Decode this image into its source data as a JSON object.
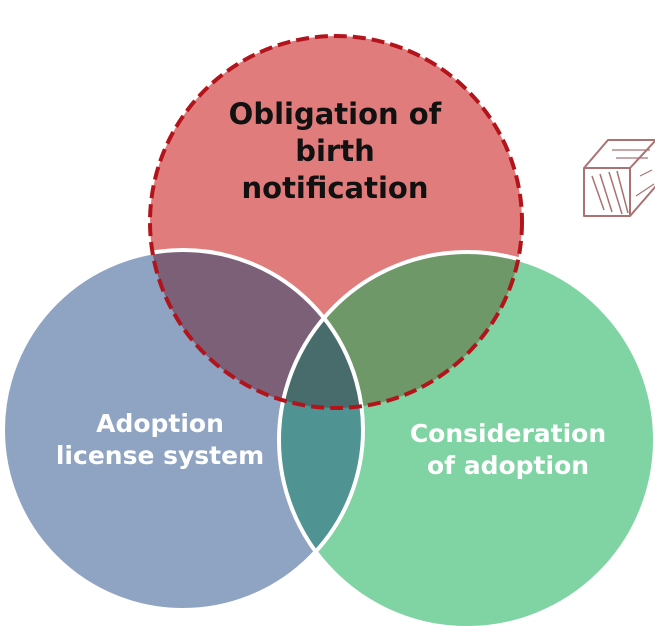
{
  "diagram": {
    "top_circle": {
      "lines": [
        "Obligation of",
        "birth",
        "notification"
      ],
      "fill": "#e07c7c",
      "border": "#b3141b"
    },
    "left_circle": {
      "lines": [
        "Adoption",
        "license system"
      ],
      "fill": "#8fa3c2"
    },
    "right_circle": {
      "lines": [
        "Consideration",
        "of adoption"
      ],
      "fill": "#80d4a3"
    },
    "overlap_colors": {
      "top_left": "#7b6078",
      "top_right": "#6f9869",
      "left_right": "#4f9393",
      "center": "#486c6c"
    },
    "decoration": "sketched-cube-icon"
  }
}
